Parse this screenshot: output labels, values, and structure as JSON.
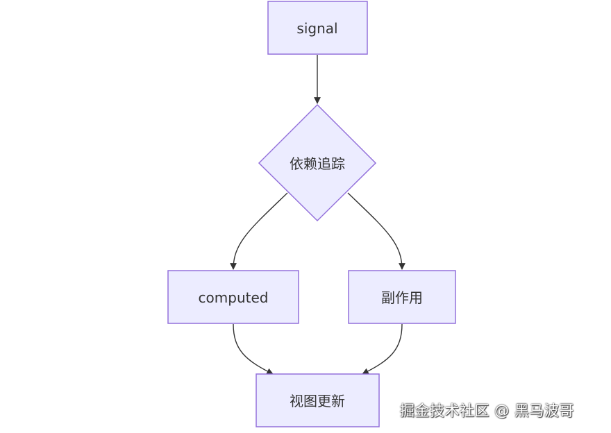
{
  "diagram": {
    "nodes": {
      "signal": "signal",
      "tracking": "依赖追踪",
      "computed": "computed",
      "side_effect": "副作用",
      "view_update": "视图更新"
    },
    "colors": {
      "node_fill": "#ECECFF",
      "node_stroke": "#9370DB",
      "edge": "#333333",
      "text": "#333333"
    }
  },
  "watermark": {
    "text": "掘金技术社区 @ 黑马波哥"
  }
}
